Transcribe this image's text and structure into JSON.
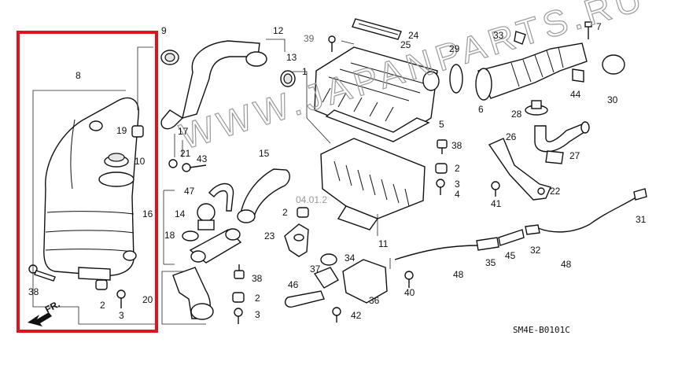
{
  "diagram": {
    "watermark": "WWW.JAPANPARTS.RU",
    "watermark_small": "04.01.2",
    "code_label": "SM4E-B0101C",
    "direction_label": "FR.",
    "highlight_color": "#e0121b",
    "line_color": "#111111",
    "callouts": [
      {
        "id": "c1",
        "text": "1"
      },
      {
        "id": "c2a",
        "text": "2"
      },
      {
        "id": "c2b",
        "text": "2"
      },
      {
        "id": "c2c",
        "text": "2"
      },
      {
        "id": "c2d",
        "text": "2"
      },
      {
        "id": "c3a",
        "text": "3"
      },
      {
        "id": "c3b",
        "text": "3"
      },
      {
        "id": "c3c",
        "text": "3"
      },
      {
        "id": "c4",
        "text": "4"
      },
      {
        "id": "c5",
        "text": "5"
      },
      {
        "id": "c6",
        "text": "6"
      },
      {
        "id": "c7",
        "text": "7"
      },
      {
        "id": "c8",
        "text": "8"
      },
      {
        "id": "c9",
        "text": "9"
      },
      {
        "id": "c10",
        "text": "10"
      },
      {
        "id": "c11",
        "text": "11"
      },
      {
        "id": "c12",
        "text": "12"
      },
      {
        "id": "c13",
        "text": "13"
      },
      {
        "id": "c14",
        "text": "14"
      },
      {
        "id": "c15",
        "text": "15"
      },
      {
        "id": "c16",
        "text": "16"
      },
      {
        "id": "c17",
        "text": "17"
      },
      {
        "id": "c18",
        "text": "18"
      },
      {
        "id": "c19",
        "text": "19"
      },
      {
        "id": "c20",
        "text": "20"
      },
      {
        "id": "c21",
        "text": "21"
      },
      {
        "id": "c22",
        "text": "22"
      },
      {
        "id": "c23",
        "text": "23"
      },
      {
        "id": "c24",
        "text": "24"
      },
      {
        "id": "c25",
        "text": "25"
      },
      {
        "id": "c26",
        "text": "26"
      },
      {
        "id": "c27",
        "text": "27"
      },
      {
        "id": "c28",
        "text": "28"
      },
      {
        "id": "c29",
        "text": "29"
      },
      {
        "id": "c30",
        "text": "30"
      },
      {
        "id": "c31",
        "text": "31"
      },
      {
        "id": "c32",
        "text": "32"
      },
      {
        "id": "c33",
        "text": "33"
      },
      {
        "id": "c34",
        "text": "34"
      },
      {
        "id": "c35",
        "text": "35"
      },
      {
        "id": "c36",
        "text": "36"
      },
      {
        "id": "c37",
        "text": "37"
      },
      {
        "id": "c38a",
        "text": "38"
      },
      {
        "id": "c38b",
        "text": "38"
      },
      {
        "id": "c38c",
        "text": "38"
      },
      {
        "id": "c39",
        "text": "39"
      },
      {
        "id": "c40",
        "text": "40"
      },
      {
        "id": "c41",
        "text": "41"
      },
      {
        "id": "c42",
        "text": "42"
      },
      {
        "id": "c43",
        "text": "43"
      },
      {
        "id": "c44",
        "text": "44"
      },
      {
        "id": "c45",
        "text": "45"
      },
      {
        "id": "c46",
        "text": "46"
      },
      {
        "id": "c47",
        "text": "47"
      },
      {
        "id": "c48a",
        "text": "48"
      },
      {
        "id": "c48b",
        "text": "48"
      }
    ]
  }
}
